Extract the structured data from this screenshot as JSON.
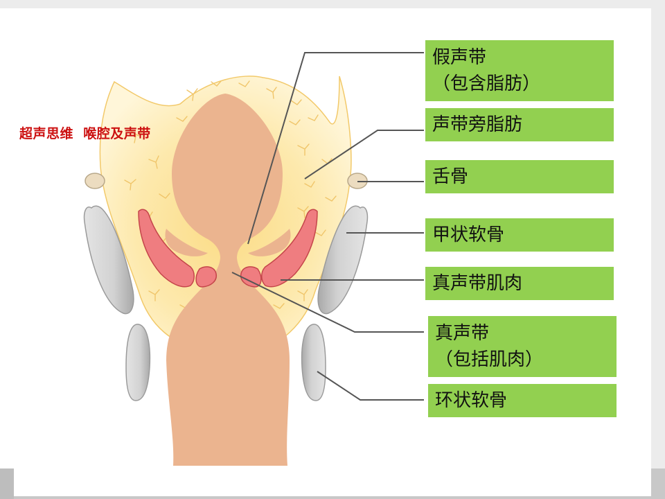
{
  "slide": {
    "title": "超声思维  喉腔及声带"
  },
  "labels": [
    {
      "id": "false-vocal-cord",
      "line1": "假声带",
      "line2": "（包含脂肪）"
    },
    {
      "id": "paraglottic-fat",
      "line1": "声带旁脂肪",
      "line2": ""
    },
    {
      "id": "hyoid",
      "line1": "舌骨",
      "line2": ""
    },
    {
      "id": "thyroid-cartilage",
      "line1": "甲状软骨",
      "line2": ""
    },
    {
      "id": "vocalis-muscle",
      "line1": "真声带肌肉",
      "line2": ""
    },
    {
      "id": "true-vocal-cord",
      "line1": "真声带",
      "line2": "（包括肌肉）"
    },
    {
      "id": "cricoid-cartilage",
      "line1": "环状软骨",
      "line2": ""
    }
  ],
  "watermark": {
    "icon": "wechat-icon",
    "text": "超声思维"
  },
  "colors": {
    "label_bg": "#92d050",
    "title_red": "#cc1111",
    "airway": "#ebb48f",
    "fat": "#fbe6a6",
    "muscle": "#ef7d80",
    "cartilage": "#cfcfcf"
  }
}
